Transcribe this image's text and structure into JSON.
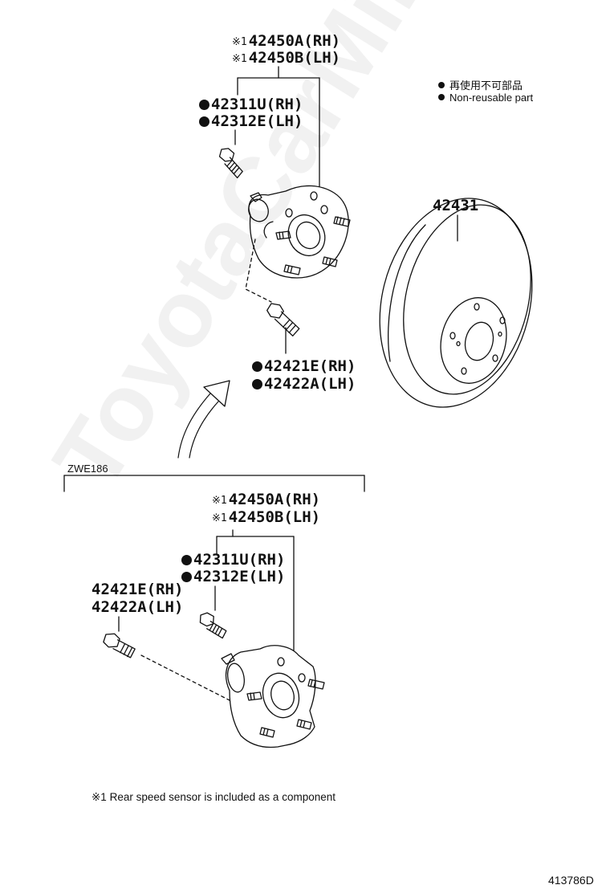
{
  "legend": {
    "jp": "再使用不可部品",
    "en": "Non-reusable part"
  },
  "watermark": "ToyotaCarMine.ru",
  "upper": {
    "hub_rh": "42450A(RH)",
    "hub_lh": "42450B(LH)",
    "hub_mark": "※1",
    "stud_rh": "42311U(RH)",
    "stud_lh": "42312E(LH)",
    "bolt_rh": "42421E(RH)",
    "bolt_lh": "42422A(LH)"
  },
  "rotor": "42431",
  "variant_label": "ZWE186",
  "lower": {
    "hub_rh": "42450A(RH)",
    "hub_lh": "42450B(LH)",
    "hub_mark": "※1",
    "stud_rh": "42311U(RH)",
    "stud_lh": "42312E(LH)",
    "bolt_rh": "42421E(RH)",
    "bolt_lh": "42422A(LH)"
  },
  "footnote": "※1 Rear speed sensor is included as a component",
  "diagram_id": "413786D"
}
